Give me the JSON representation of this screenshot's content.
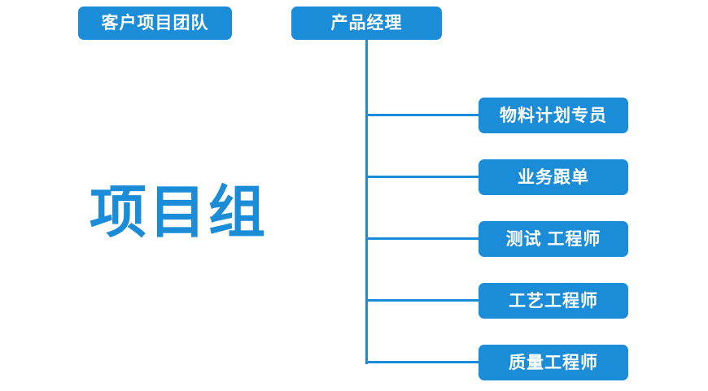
{
  "diagram": {
    "type": "org-chart",
    "caption": "项目组",
    "accent_color": "#1a8cd8",
    "background_color": "#ffffff",
    "text_color": "#ffffff",
    "top_nodes": [
      {
        "label": "客户项目团队"
      },
      {
        "label": "产品经理"
      }
    ],
    "children": [
      {
        "label": "物料计划专员"
      },
      {
        "label": "业务跟单"
      },
      {
        "label": "测试 工程师"
      },
      {
        "label": "工艺工程师"
      },
      {
        "label": "质量工程师"
      }
    ]
  }
}
